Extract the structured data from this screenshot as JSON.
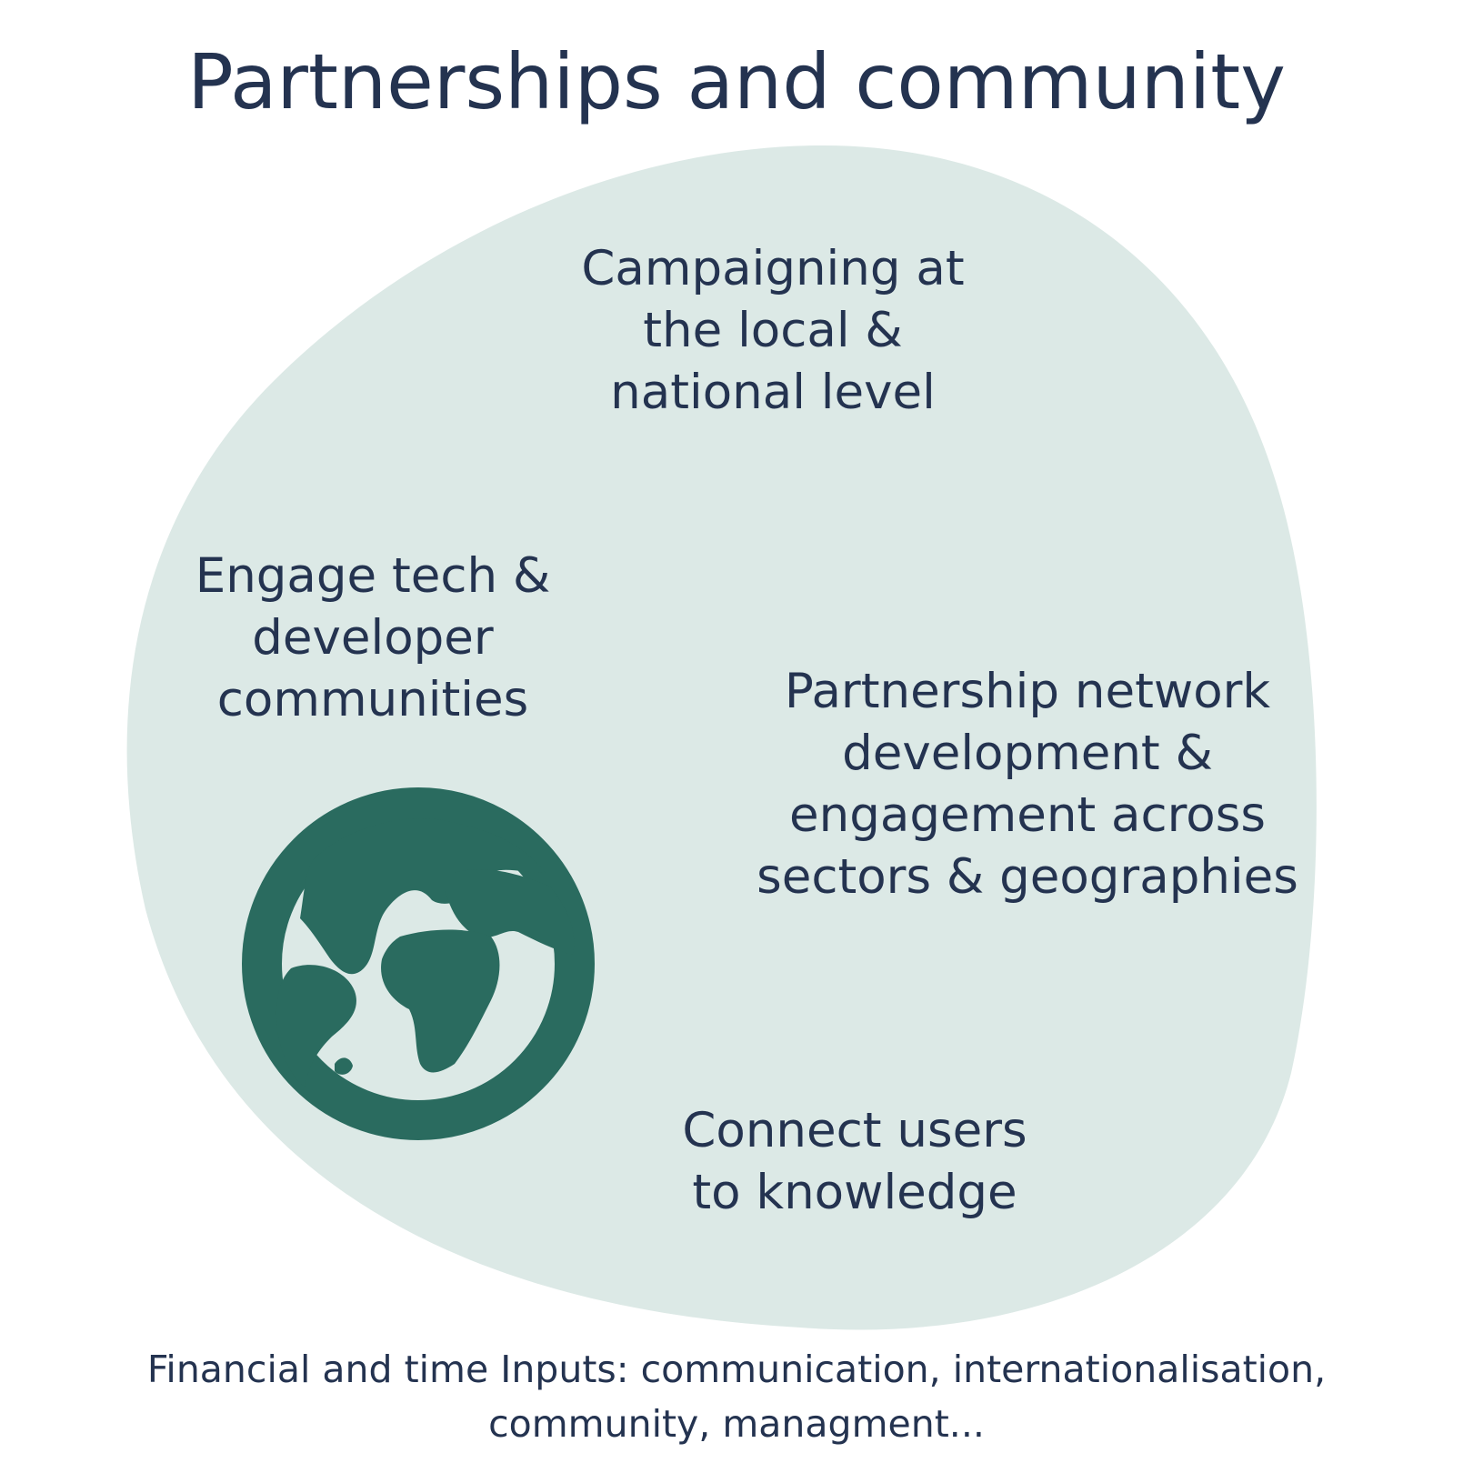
{
  "title": "Partnerships and community",
  "colors": {
    "title_text": "#243350",
    "blob_fill": "#dce9e6",
    "globe_fill": "#2a6b5f"
  },
  "icon": "globe-icon",
  "items": [
    {
      "id": "campaign",
      "text": "Campaigning at\nthe local &\nnational level"
    },
    {
      "id": "tech",
      "text": "Engage tech &\ndeveloper\ncommunities"
    },
    {
      "id": "partner",
      "text": "Partnership network\ndevelopment &\nengagement across\nsectors & geographies"
    },
    {
      "id": "connect",
      "text": "Connect users\nto knowledge"
    }
  ],
  "footer": "Financial and time Inputs: communication, internationalisation,\ncommunity, managment..."
}
